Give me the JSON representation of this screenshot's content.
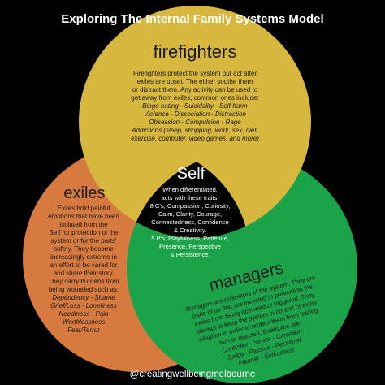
{
  "title": "Exploring The Internal Family Systems Model",
  "footer": "@creatingwellbeingmelbourne",
  "colors": {
    "background": "#000000",
    "firefighters": "#D7B73E",
    "exiles": "#D77A3F",
    "managers": "#1BA349",
    "self": "#000000",
    "text_dark": "#1a1a1a",
    "text_light": "#ffffff"
  },
  "firefighters": {
    "heading": "firefighters",
    "body": [
      "Firefighters protect the system but act after",
      "exiles are upset. The either soothe them",
      "or distract them. Any activity can be used to",
      "get away from exiles, common ones include:"
    ],
    "examples": [
      "Binge eating - Suicidality - Self-harm",
      "Violence - Dissociation - Distraction",
      "Obsession - Compulsion - Rage",
      "Addictions (sleep, shopping, work, sex, diet,",
      "exercise, computer, video games, and more)"
    ]
  },
  "exiles": {
    "heading": "exiles",
    "body": [
      "Exiles hold painful",
      "emotions that have been",
      "isolated from the",
      "Self for protection of the",
      "system or for the parts'",
      "safety. They become",
      "increasingly extreme in",
      "an effort to be cared for",
      "and share their story.",
      "They carry burdens from",
      "being wounded such as:"
    ],
    "examples": [
      "Dependency - Shame",
      "Grief/Loss - Loneliness",
      "Neediness - Pain",
      "Worthlessness",
      "Fear/Terror"
    ]
  },
  "self": {
    "heading": "Self",
    "body": [
      "When differentiated,",
      "acts with these traits:",
      "8 C's; Compassion, Curiosity,",
      "Calm, Clarity, Courage,",
      "Connectedness, Confidence",
      "& Creativity.",
      "5 P's; Playfulness, Patience,",
      "Presence, Perspective",
      "& Persistence."
    ]
  },
  "managers": {
    "heading": "managers",
    "body": [
      "Managers are protectors of the system. They are",
      "parts of us that are invested in preventing the",
      "exiles from being activated or triggered. They",
      "attempt to keep the system in control of every",
      "situation in order to protect them from feeling",
      "hurt or rejected. Examples are:"
    ],
    "examples": [
      "Controller - Striver - Caretaker",
      "Judge - Passive - Pessimist",
      "Planner - Self-critical"
    ]
  }
}
